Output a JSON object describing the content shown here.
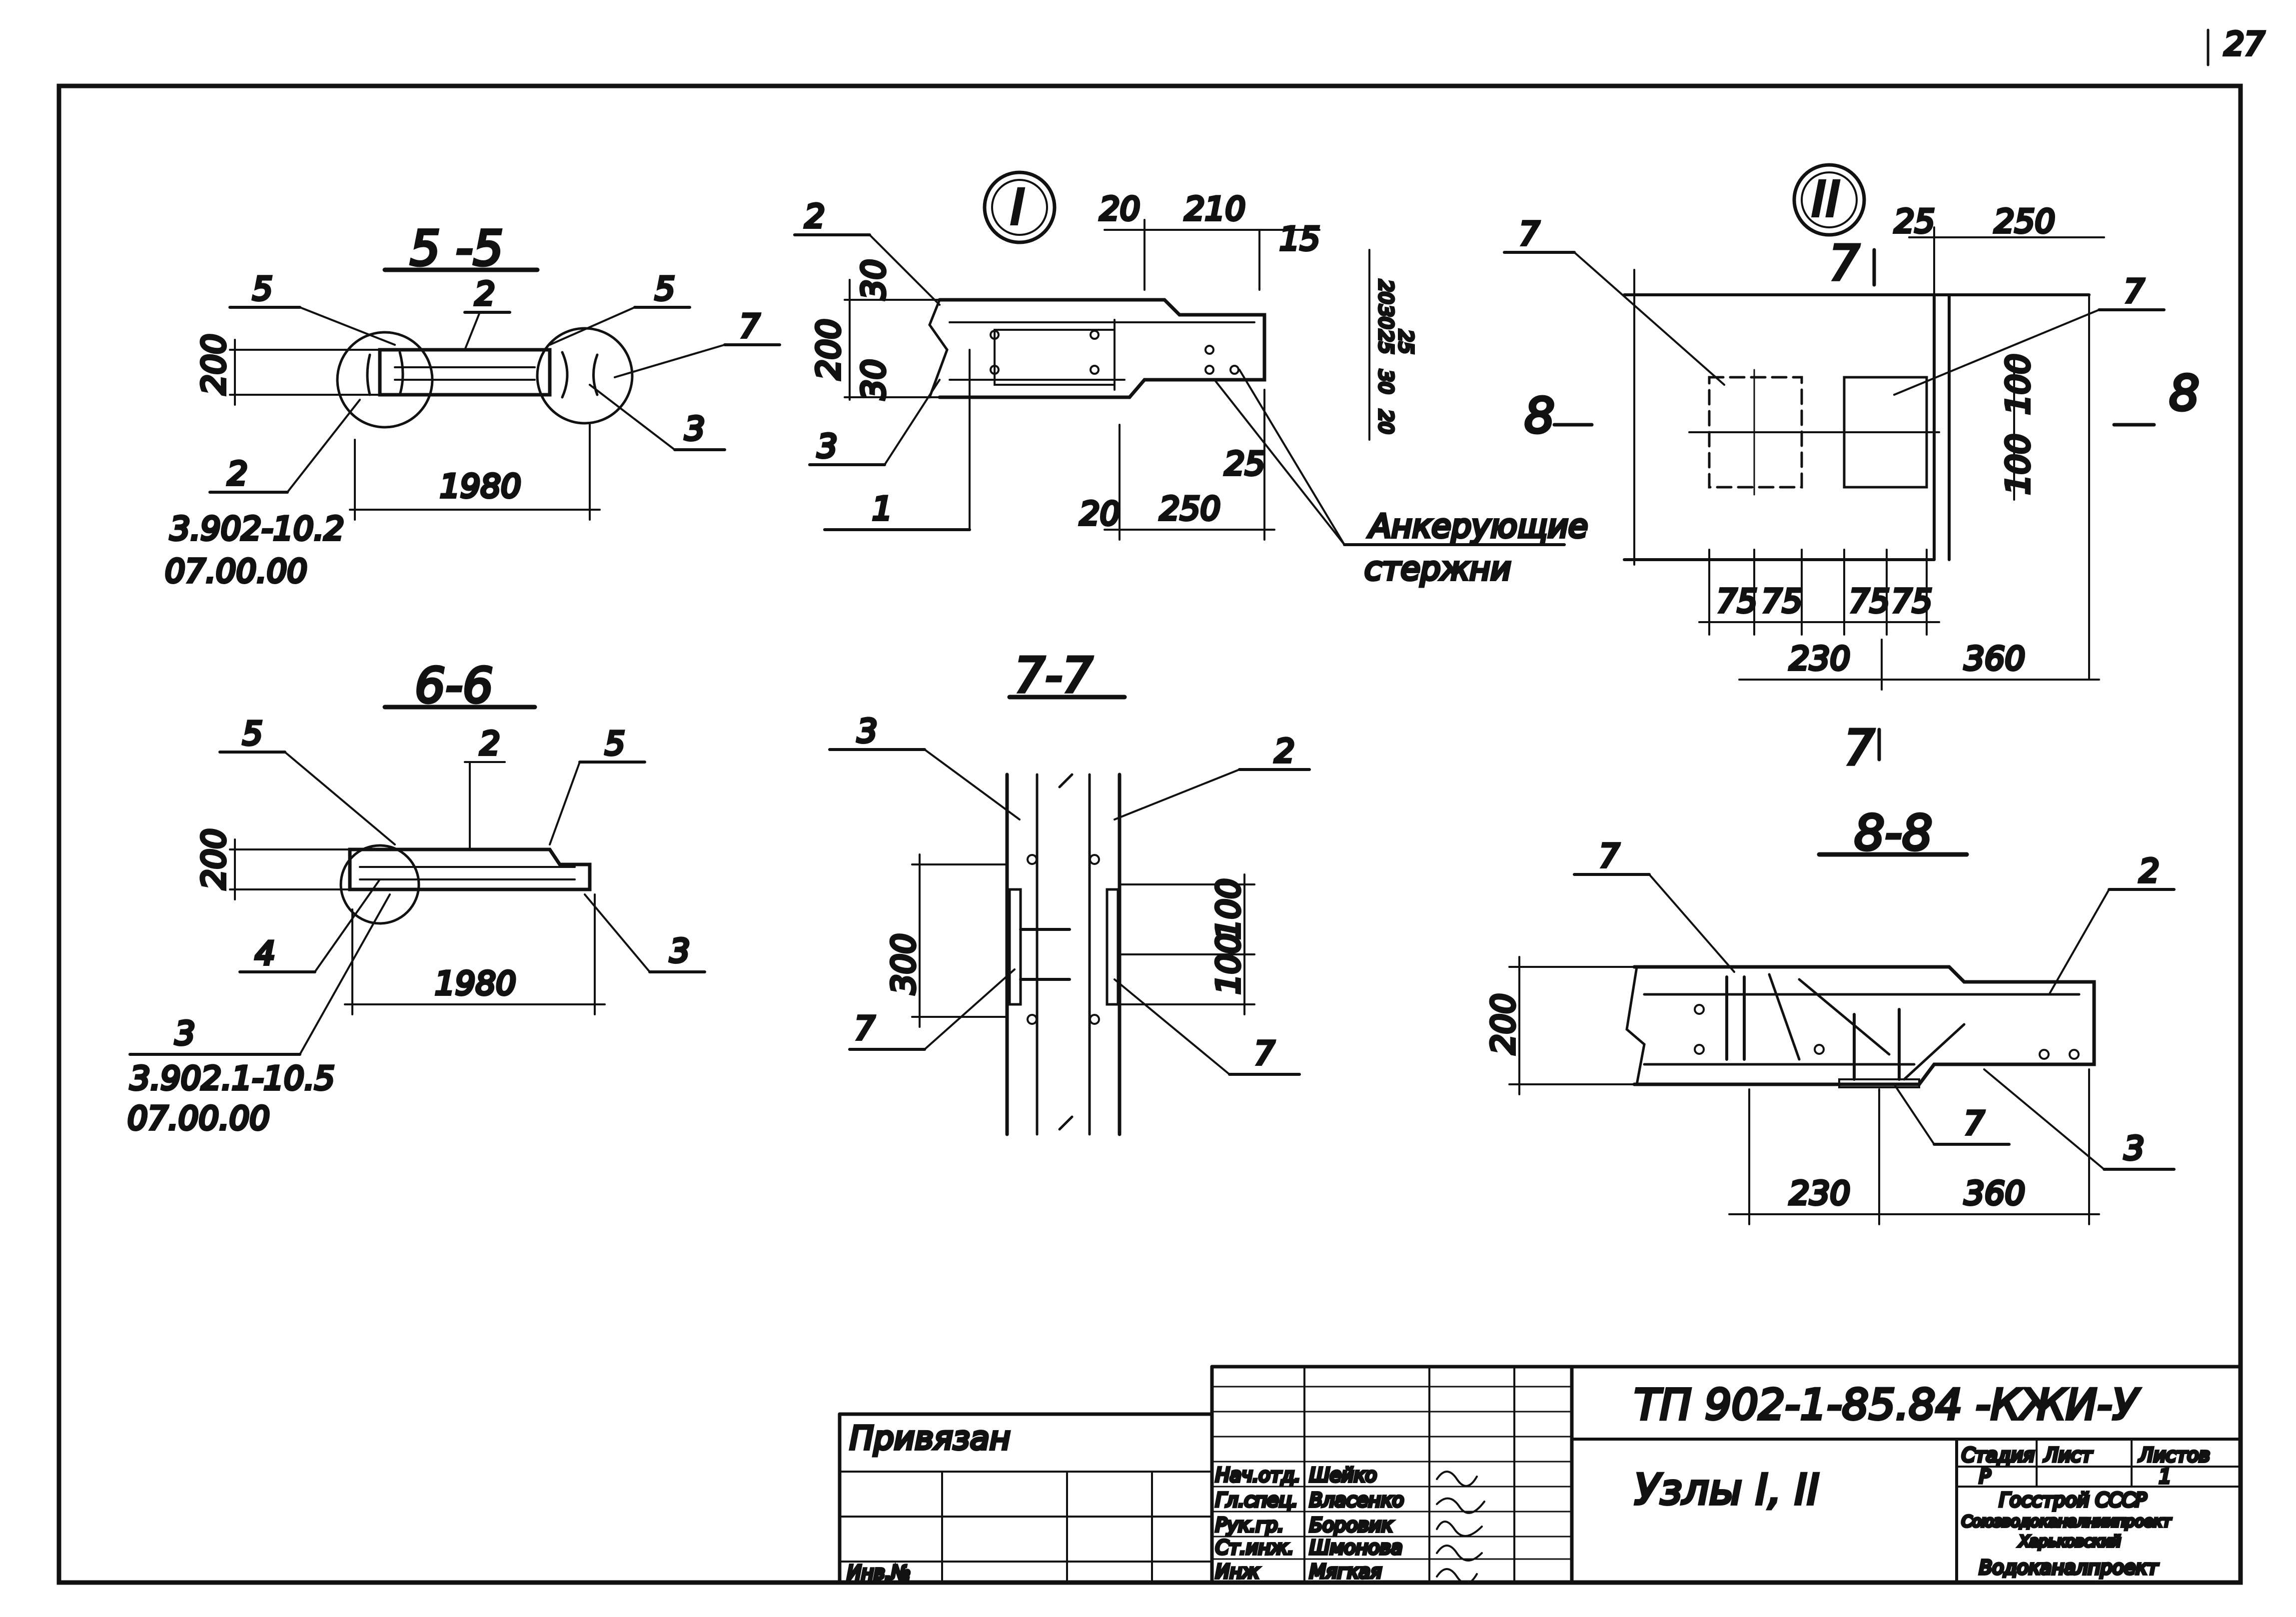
{
  "page_number": "27",
  "sections": {
    "s55": {
      "title": "5 -5",
      "callouts": [
        "5",
        "2",
        "5",
        "7",
        "3",
        "2"
      ],
      "dim_height": "200",
      "dim_width": "1980",
      "ref_line1": "3.902-10.2",
      "ref_line2": "07.00.00"
    },
    "node1": {
      "mark": "I",
      "callouts": [
        "2",
        "3",
        "1"
      ],
      "dims_top": [
        "20",
        "210",
        "15"
      ],
      "dims_left": [
        "30",
        "200",
        "30"
      ],
      "dims_right": [
        "20",
        "30",
        "25",
        "25",
        "30",
        "20"
      ],
      "dims_bottom": [
        "20",
        "250",
        "25"
      ],
      "anchor_label_1": "Анкерующие",
      "anchor_label_2": "стержни"
    },
    "node2": {
      "mark": "II",
      "callouts": [
        "7",
        "7"
      ],
      "cut_marker": "7",
      "section_mark": "8",
      "dims_top": [
        "25",
        "250"
      ],
      "dims_right": [
        "100",
        "100"
      ],
      "dims_bottom_small": [
        "75",
        "75",
        "75",
        "75"
      ],
      "dims_bottom": [
        "230",
        "360"
      ]
    },
    "s66": {
      "title": "6-6",
      "callouts": [
        "5",
        "2",
        "5",
        "4",
        "3",
        "3"
      ],
      "dim_height": "200",
      "dim_width": "1980",
      "ref_line1": "3.902.1-10.5",
      "ref_line2": "07.00.00"
    },
    "s77": {
      "title": "7-7",
      "callouts": [
        "3",
        "2",
        "7",
        "7"
      ],
      "dim_left": "300",
      "dims_right": [
        "100",
        "100"
      ]
    },
    "s88": {
      "title": "8-8",
      "callouts": [
        "7",
        "2",
        "7",
        "3"
      ],
      "dim_height": "200",
      "dims_bottom": [
        "230",
        "360"
      ]
    }
  },
  "title_block": {
    "code": "ТП 902-1-85.84 -КЖИ-У",
    "sheet_title": "Узлы I, II",
    "linked": "Привязан",
    "inv_no": "Инв.№",
    "roles": [
      "Нач.отд.",
      "Гл.спец.",
      "Рук.гр.",
      "Ст.инж.",
      "Инж"
    ],
    "names": [
      "Шейко",
      "Власенко",
      "Боровик",
      "Шмонова",
      "Мягкая"
    ],
    "stage_header": "Стадия",
    "sheet_header": "Лист",
    "sheets_header": "Листов",
    "stage_value": "Р",
    "sheet_value": "1",
    "org_lines": [
      "Госстрой СССР",
      "Союзводоканалниипроект",
      "Харьковский",
      "Водоканалпроект"
    ]
  }
}
